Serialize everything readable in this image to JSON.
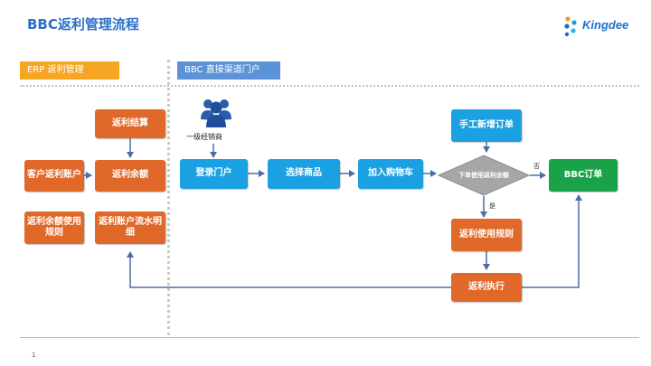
{
  "title": "BBC返利管理流程",
  "logo": {
    "text": "Kingdee"
  },
  "sections": {
    "erp": "ERP  返利管理",
    "bbc": "BBC 直接渠道门户"
  },
  "nodes": {
    "rebate_settle": "返利结算",
    "customer_rebate_account": "客户返利账户",
    "rebate_balance": "返利余额",
    "rebate_balance_rules": "返利余额使用规则",
    "rebate_account_details": "返利账户流水明细",
    "distributor": "一级经销商",
    "login_portal": "登录门户",
    "select_goods": "选择商品",
    "add_to_cart": "加入购物车",
    "manual_order": "手工新增订单",
    "decision": "下单使用返利余额",
    "yes_label": "是",
    "no_label": "否",
    "rebate_usage_rules": "返利使用规则",
    "rebate_execute": "返利执行",
    "bbc_order": "BBC订单"
  },
  "colors": {
    "orange": "#e0692a",
    "blue": "#1ba1e2",
    "green": "#1aa24a",
    "gray": "#a6a6a6",
    "connector": "#4a6fa5"
  },
  "page_number": "1"
}
